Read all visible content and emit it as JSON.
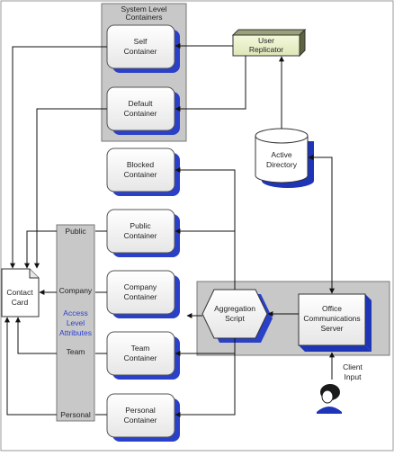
{
  "diagram": {
    "system_group_label_1": "System Level",
    "system_group_label_2": "Containers",
    "containers": {
      "self": [
        "Self",
        "Container"
      ],
      "default": [
        "Default",
        "Container"
      ],
      "blocked": [
        "Blocked",
        "Container"
      ],
      "public": [
        "Public",
        "Container"
      ],
      "company": [
        "Company",
        "Container"
      ],
      "team": [
        "Team",
        "Container"
      ],
      "personal": [
        "Personal",
        "Container"
      ]
    },
    "user_replicator": [
      "User",
      "Replicator"
    ],
    "active_directory": [
      "Active",
      "Directory"
    ],
    "aggregation_script": [
      "Aggregation",
      "Script"
    ],
    "ocs": [
      "Office",
      "Communications",
      "Server"
    ],
    "contact_card": [
      "Contact",
      "Card"
    ],
    "client_input": [
      "Client",
      "Input"
    ],
    "access_level": {
      "public": "Public",
      "company": "Company",
      "attributes": [
        "Access",
        "Level",
        "Attributes"
      ],
      "team": "Team",
      "personal": "Personal"
    }
  }
}
